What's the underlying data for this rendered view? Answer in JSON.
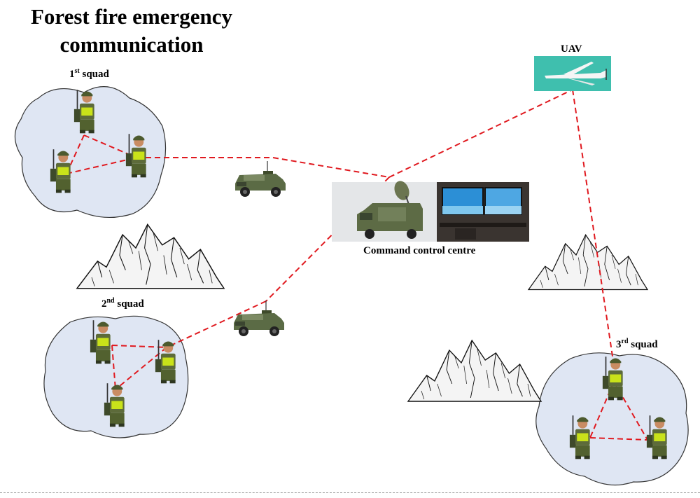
{
  "title_line1": "Forest fire emergency",
  "title_line2": "communication",
  "squads": [
    {
      "num": "1",
      "suffix": "st",
      "word": "squad"
    },
    {
      "num": "2",
      "suffix": "nd",
      "word": "squad"
    },
    {
      "num": "3",
      "suffix": "rd",
      "word": "squad"
    }
  ],
  "uav_label": "UAV",
  "command_label": "Command control centre",
  "colors": {
    "link": "#e0191f",
    "zone_fill": "#dfe6f3",
    "zone_stroke": "#333333",
    "uav_bg": "#3fbfae",
    "camo": "#5d6b3a",
    "vest": "#c9e21a",
    "vehicle": "#556044"
  },
  "icons": [
    "soldier-icon",
    "humvee-icon",
    "uav-icon",
    "mountain-icon",
    "command-truck-icon",
    "monitor-icon"
  ]
}
